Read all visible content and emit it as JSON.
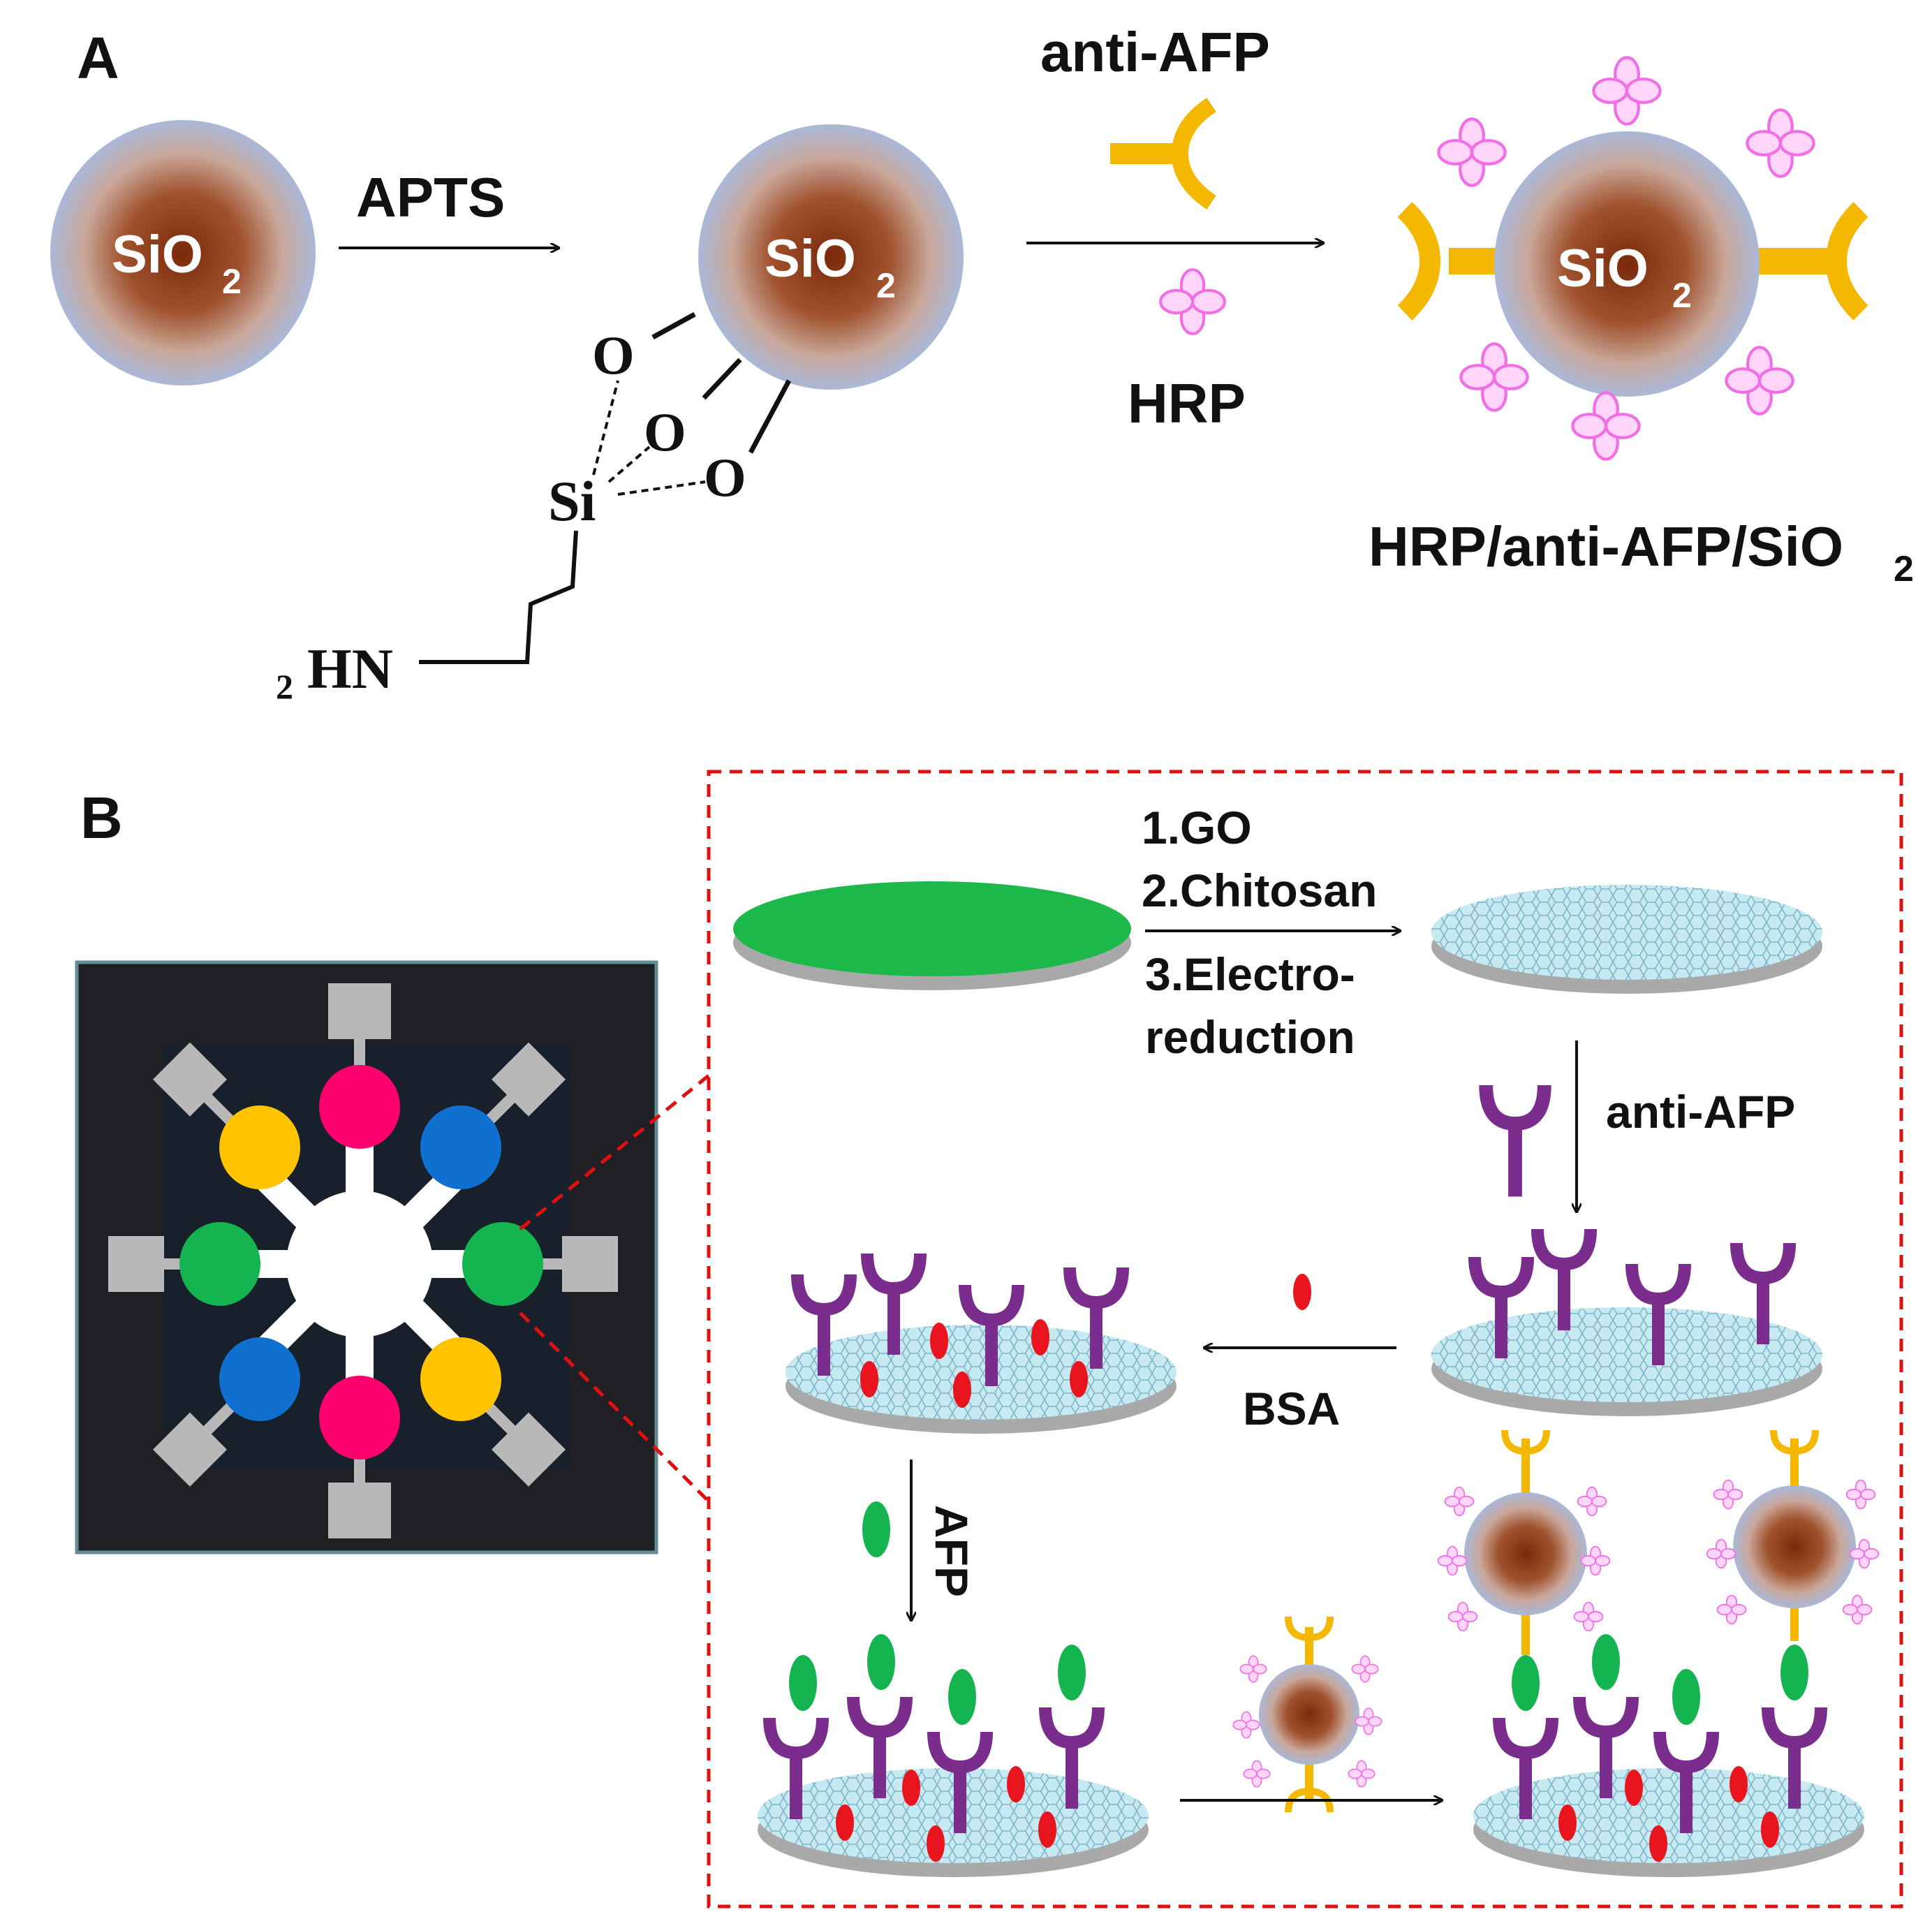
{
  "panel_a": {
    "label": "A",
    "apts_label": "APTS",
    "sio2_text": "SiO",
    "sio2_sub": "2",
    "anti_afp_label": "anti-AFP",
    "hrp_label": "HRP",
    "product_label": "HRP/anti-AFP/SiO",
    "product_sub": "2",
    "chem": {
      "oxygen": "O",
      "silicon": "Si",
      "amine_sub": "2",
      "amine": "HN"
    }
  },
  "panel_b": {
    "label": "B",
    "steps": [
      "1.GO",
      "2.Chitosan",
      "3.Electro-",
      "reduction"
    ],
    "anti_afp_label": "anti-AFP",
    "bsa_label": "BSA",
    "afp_label": "AFP"
  },
  "colors": {
    "sio2_core": "#8b3a12",
    "sio2_shell": "#aab8d8",
    "antibody_gold": "#f5b800",
    "antibody_purple": "#7a2d8c",
    "hrp_pink": "#f08ae8",
    "bsa_red": "#e8141e",
    "afp_green": "#14b450",
    "electrode_green": "#1db84a",
    "electrode_gray": "#a9a9a9",
    "graphene_blue": "#bfe6f0",
    "chip_dark": "#1e2530",
    "dash_red": "#e01010"
  }
}
